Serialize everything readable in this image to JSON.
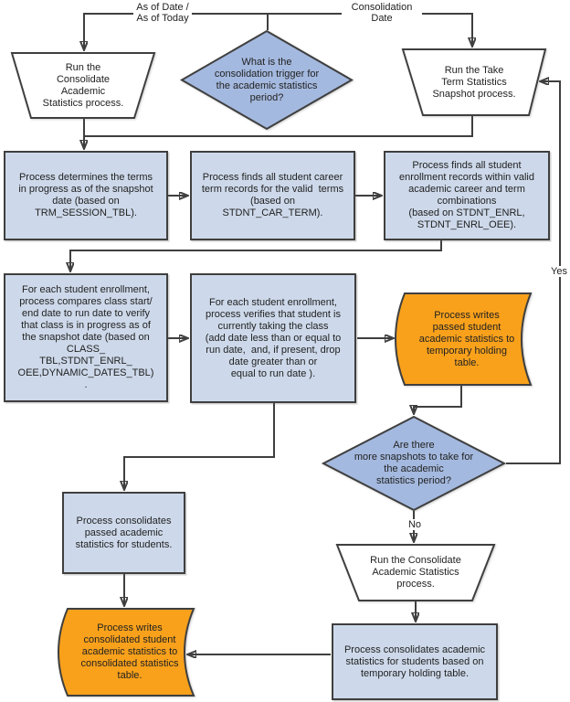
{
  "colors": {
    "process_box_fill": "#cdd9ea",
    "decision_fill": "#a4b9df",
    "stored_data_fill": "#f9a11b",
    "manual_fill": "#ffffff",
    "outline": "#3f3f3f"
  },
  "edge_labels": {
    "as_of": "As of Date /\nAs of Today",
    "consolidation": "Consolidation\nDate",
    "yes": "Yes",
    "no": "No"
  },
  "nodes": {
    "run_consolidate_top": {
      "shape": "manual-operation",
      "text": "Run the\nConsolidate\nAcademic\nStatistics process."
    },
    "trigger_decision": {
      "shape": "decision",
      "text": "What is the\nconsolidation trigger for\nthe academic statistics\nperiod?"
    },
    "run_take_snapshot": {
      "shape": "manual-operation",
      "text": "Run the Take\nTerm Statistics\nSnapshot process."
    },
    "determine_terms": {
      "shape": "process",
      "text": "Process determines the terms\nin progress as of the snapshot\ndate (based on\nTRM_SESSION_TBL)."
    },
    "find_career_terms": {
      "shape": "process",
      "text": "Process finds all student career\nterm records for the valid  terms\n(based on\nSTDNT_CAR_TERM)."
    },
    "find_enrollment_records": {
      "shape": "process",
      "text": "Process finds all student\nenrollment records within valid\nacademic career and term\ncombinations\n(based on STDNT_ENRL,\nSTDNT_ENRL_OEE)."
    },
    "compare_class_dates": {
      "shape": "process",
      "text": "For each student enrollment,\nprocess compares class start/\nend date to run date to verify\nthat class is in progress as of\nthe snapshot date (based on\nCLASS_\nTBL,STDNT_ENRL_\nOEE,DYNAMIC_DATES_TBL)\n."
    },
    "verify_currently_taking": {
      "shape": "process",
      "text": "For each student enrollment,\nprocess verifies that student is\ncurrently taking the class\n(add date less than or equal to\nrun date,  and, if present, drop\ndate greater than or\nequal to run date )."
    },
    "write_passed_statistics": {
      "shape": "stored-data",
      "text": "Process writes\npassed student\nacademic statistics to\ntemporary holding\ntable."
    },
    "more_snapshots_decision": {
      "shape": "decision",
      "text": "Are there\nmore snapshots to take for\nthe academic\nstatistics period?"
    },
    "consolidate_passed": {
      "shape": "process",
      "text": "Process consolidates\npassed academic\nstatistics for students."
    },
    "run_consolidate_bottom": {
      "shape": "manual-operation",
      "text": "Run the Consolidate\nAcademic Statistics\nprocess."
    },
    "consolidate_from_temp": {
      "shape": "process",
      "text": "Process consolidates academic\nstatistics for students based on\ntemporary holding table."
    },
    "write_consolidated": {
      "shape": "stored-data",
      "text": "Process writes\nconsolidated student\nacademic statistics to\nconsolidated statistics\ntable."
    }
  }
}
